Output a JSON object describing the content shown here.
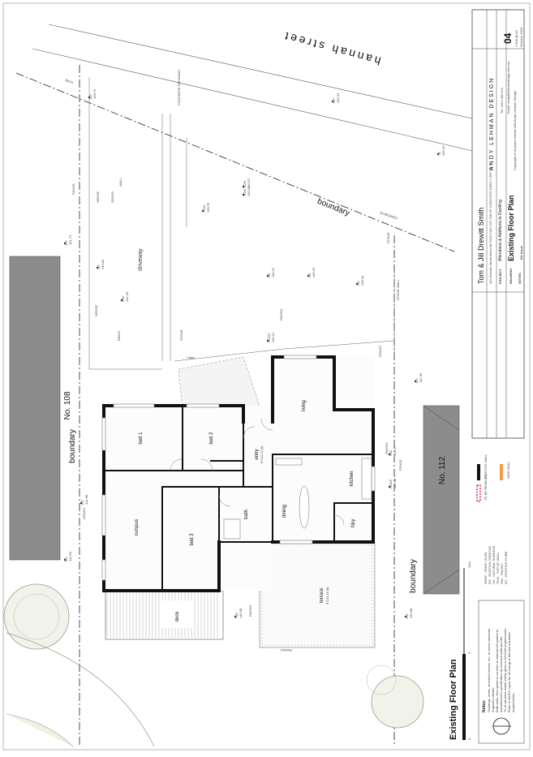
{
  "drawing": {
    "title": "Existing Floor Plan",
    "street": "hannah street",
    "neighbours": [
      "No. 108",
      "No. 112"
    ],
    "boundary_label": "boundary",
    "rooms": {
      "bed1": "bed 1",
      "bed2": "bed 2",
      "bed3": "bed 3",
      "rumpus": "rumpus",
      "bath": "bath",
      "entry": "entry",
      "living": "living",
      "kitchen": "kitchen",
      "dining": "dining",
      "ldry": "l'dry",
      "deck": "deck",
      "terrace": "terrace"
    },
    "terrace_level": "ff 141.16 (fl)",
    "entry_level": "ff 141.22 (fl)",
    "site_labels": {
      "driveway": "driveway",
      "grass": "GRASS",
      "hedge": "HEDGE",
      "brick": "BRICK",
      "wall": "WALL",
      "fence": "FENCE",
      "stone": "STONE",
      "stone_wall": "STONE WALL",
      "paving": "PAVING",
      "concrete": "CONCRETE",
      "concrete_driveway": "CONCRETE DRIVEWAY",
      "path": "PATH"
    },
    "scale_labels": [
      "0",
      "5",
      "10m"
    ]
  },
  "levels": [
    {
      "code": "EG",
      "value": "141.71"
    },
    {
      "code": "NS",
      "value": "140.81"
    },
    {
      "code": "PAV",
      "value": "141.20"
    },
    {
      "code": "TOW",
      "value": "139.76"
    },
    {
      "code": "NS",
      "value": "140.07"
    },
    {
      "code": "EG",
      "value": "141.68"
    },
    {
      "code": "TK",
      "value": "139.15"
    },
    {
      "code": "LIP",
      "value": "139.31"
    },
    {
      "code": "EG",
      "value": "139.73"
    },
    {
      "code": "EG",
      "value": "141.99"
    },
    {
      "code": "NS",
      "value": "140.44"
    },
    {
      "code": "TOW",
      "value": "140.57"
    },
    {
      "code": "NS",
      "value": "140.25"
    },
    {
      "code": "PAV",
      "value": "141.37"
    },
    {
      "code": "ROOF",
      "value": "145.98"
    },
    {
      "code": "ROOF",
      "value": "145.12"
    },
    {
      "code": "EG",
      "value": "143.98"
    },
    {
      "code": "EG",
      "value": "141.59"
    },
    {
      "code": "PAV",
      "value": "140.08"
    },
    {
      "code": "TOW",
      "value": "140.54"
    }
  ],
  "legend": {
    "items": [
      "EXISTING WALL",
      "TO BE REMOVED",
      "NEW WALL"
    ],
    "colors": {
      "existing": "#111111",
      "removed": "#d0021b",
      "new": "#f39c3c"
    }
  },
  "notes": {
    "heading": "Notes:",
    "lines": [
      "Drawings, levels, structural beams, etc. to check structural",
      "engineers details.",
      "Bath walls, floor grade to conform to waterproof system to",
      "manufacturers specification by licensed waterproofer.",
      "To all windows install safety glass to AS1288 requirements.",
      "Refer to BASIX report for all energy & thermal insulation",
      "requirements."
    ]
  },
  "abbreviations": [
    "ROOF - ROOF LEVEL",
    "EG - EXISTING GROUND",
    "NS - NATURAL SURFACE",
    "TOW - TOP OF WALL",
    "PAV - PAVING",
    "EC - EXISTING CURB"
  ],
  "title_block": {
    "client": "Tom & Jill Drewitt Smith",
    "site": "110 Hannah Street Beecroft NSW 2119  LOT 108 DP 12384 SITE AREA 1 095 SQ M",
    "project_label": "PROJECT",
    "project": "Alterations & Additions to Dwelling",
    "drawing_label": "DRAWING",
    "drawing": "Existing Floor Plan",
    "notes_label": "NOTES",
    "company": "ANDY LEHMAN DESIGN",
    "sheet_number": "04",
    "scale": "1:100 @ A3",
    "date": "October 2020",
    "phone": "Tel: 0414 985 643",
    "email": "Email: andy@lehmandesign.com.au",
    "copyright": "Copyright of all plans remain with Andy Lehman Design",
    "status": "DA Issue"
  }
}
